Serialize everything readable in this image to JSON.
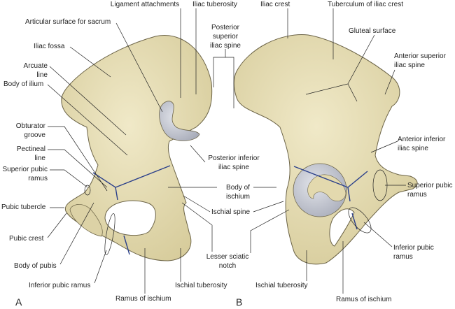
{
  "panels": {
    "a": "A",
    "b": "B"
  },
  "left_labels": {
    "ligament_attachments": "Ligament attachments",
    "iliac_tuberosity": "Iliac tuberosity",
    "articular_surface": "Articular surface for sacrum",
    "iliac_fossa": "Iliac fossa",
    "arcuate_line": [
      "Arcuate",
      "line"
    ],
    "body_of_ilium": "Body of ilium",
    "obturator_groove": [
      "Obturator",
      "groove"
    ],
    "pectineal_line": [
      "Pectineal",
      "line"
    ],
    "superior_pubic_ramus": [
      "Superior pubic",
      "ramus"
    ],
    "pubic_tubercle": "Pubic tubercle",
    "pubic_crest": "Pubic crest",
    "body_of_pubis": "Body of pubis",
    "inferior_pubic_ramus": "Inferior pubic ramus",
    "ramus_of_ischium": "Ramus of ischium",
    "ischial_tuberosity": "Ischial tuberosity",
    "lesser_sciatic_notch": [
      "Lesser sciatic",
      "notch"
    ],
    "ischial_spine": "Ischial spine",
    "body_of_ischium": [
      "Body of",
      "ischium"
    ],
    "posterior_inferior_iliac_spine": [
      "Posterior inferior",
      "iliac spine"
    ],
    "posterior_superior_iliac_spine": [
      "Posterior",
      "superior",
      "iliac spine"
    ]
  },
  "right_labels": {
    "iliac_crest": "Iliac crest",
    "tuberculum": "Tuberculum of iliac crest",
    "gluteal_surface": "Gluteal surface",
    "anterior_superior_iliac_spine": [
      "Anterior superior",
      "iliac spine"
    ],
    "anterior_inferior_iliac_spine": [
      "Anterior inferior",
      "iliac spine"
    ],
    "superior_pubic_ramus": [
      "Superior pubic",
      "ramus"
    ],
    "inferior_pubic_ramus": [
      "Inferior pubic",
      "ramus"
    ],
    "ischial_tuberosity": "Ischial tuberosity",
    "ramus_of_ischium": "Ramus of ischium"
  },
  "colors": {
    "bone": "#e8dfb8",
    "bone_edge": "#6b6346",
    "cartilage": "#c9ccd6",
    "suture": "#2a3f8a",
    "leader": "#222222"
  }
}
